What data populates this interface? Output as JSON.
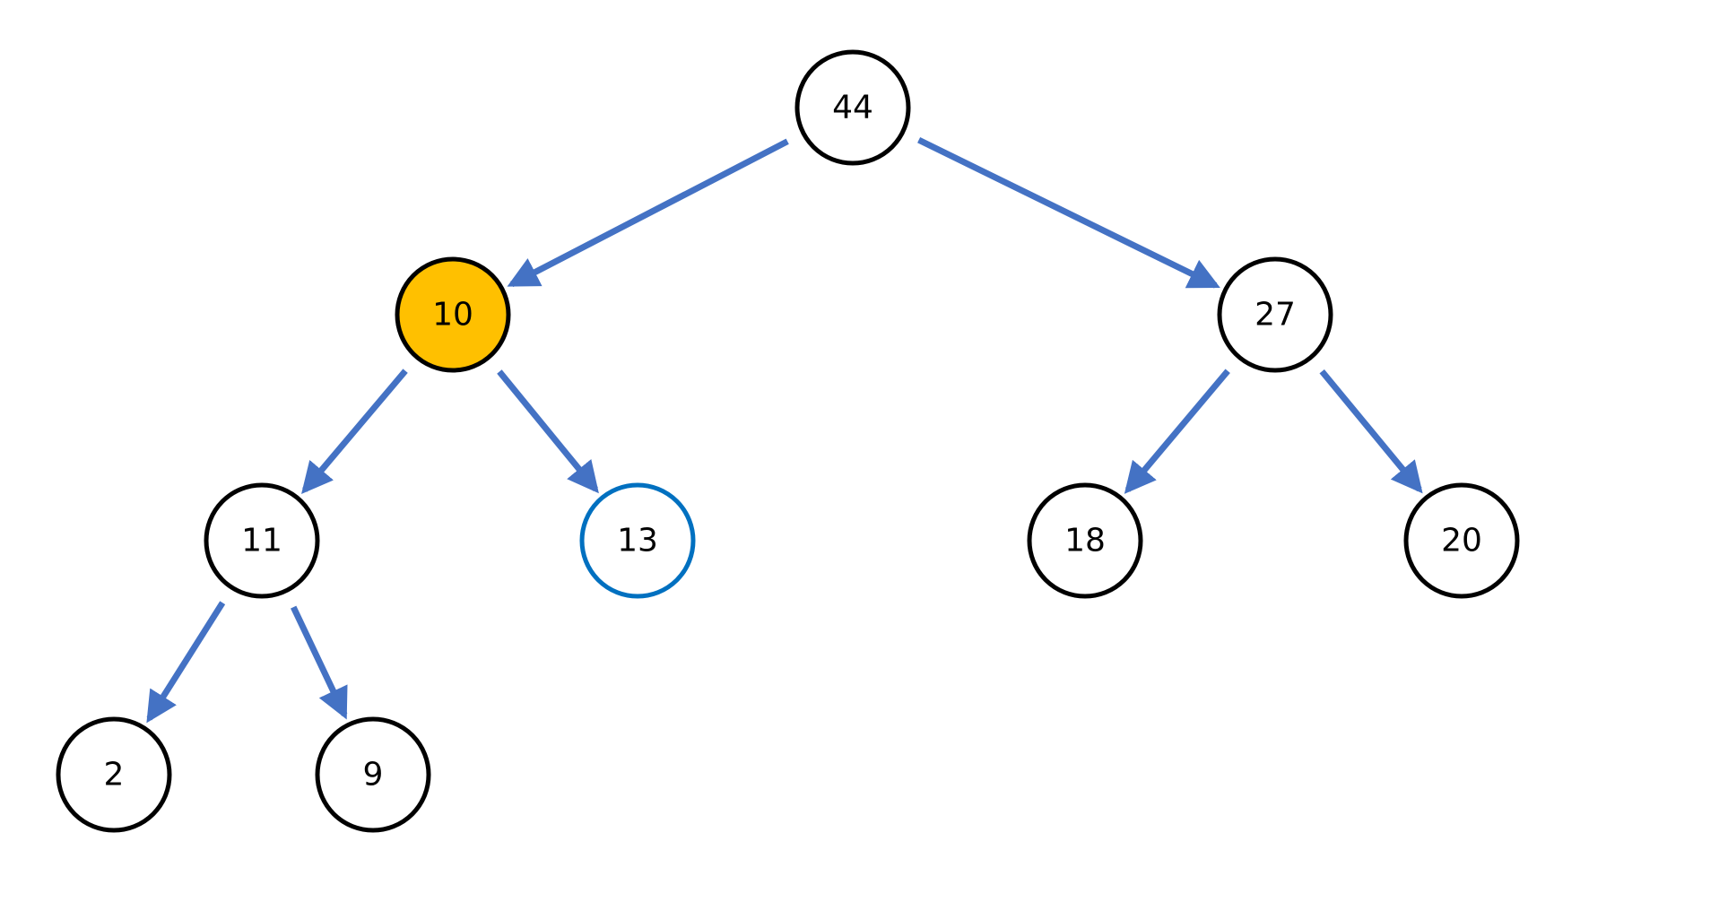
{
  "colors": {
    "background": "#ffffff",
    "edge": "#4472C4",
    "node_stroke_default": "#000000",
    "node_fill_default": "#ffffff",
    "highlight_fill": "#FFC000",
    "secondary_stroke": "#0070C0",
    "label": "#000000"
  },
  "tree": {
    "nodes": [
      {
        "id": "n44",
        "label": "44",
        "state": "default"
      },
      {
        "id": "n10",
        "label": "10",
        "state": "highlighted"
      },
      {
        "id": "n27",
        "label": "27",
        "state": "default"
      },
      {
        "id": "n11",
        "label": "11",
        "state": "default"
      },
      {
        "id": "n13",
        "label": "13",
        "state": "compared"
      },
      {
        "id": "n18",
        "label": "18",
        "state": "default"
      },
      {
        "id": "n20",
        "label": "20",
        "state": "default"
      },
      {
        "id": "n2",
        "label": "2",
        "state": "default"
      },
      {
        "id": "n9",
        "label": "9",
        "state": "default"
      }
    ],
    "edges": [
      {
        "from": "n44",
        "to": "n10"
      },
      {
        "from": "n44",
        "to": "n27"
      },
      {
        "from": "n10",
        "to": "n11"
      },
      {
        "from": "n10",
        "to": "n13"
      },
      {
        "from": "n27",
        "to": "n18"
      },
      {
        "from": "n27",
        "to": "n20"
      },
      {
        "from": "n11",
        "to": "n2"
      },
      {
        "from": "n11",
        "to": "n9"
      }
    ]
  }
}
